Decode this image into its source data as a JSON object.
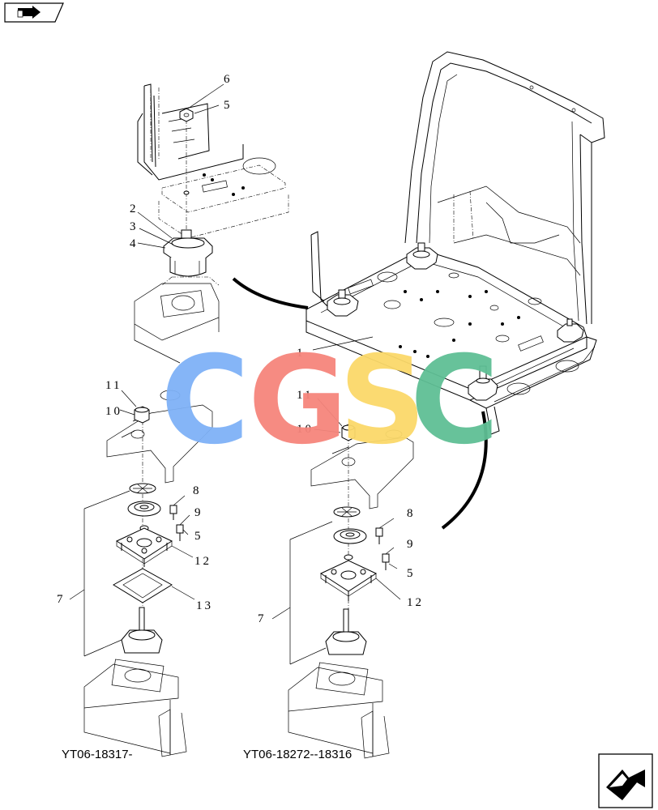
{
  "nav": {
    "top_left_icon": "arrow-right-icon",
    "bottom_right_icon": "arrow-return-icon"
  },
  "watermark": {
    "letters": [
      "C",
      "G",
      "S",
      "C"
    ],
    "colors": [
      "#7fb2f7",
      "#f6857c",
      "#fbd96a",
      "#5fbf95"
    ]
  },
  "callouts": {
    "top_assembly": [
      "6",
      "5",
      "2",
      "3",
      "4"
    ],
    "frame": "1",
    "left_assembly": [
      "11",
      "10",
      "8",
      "9",
      "5",
      "12",
      "13",
      "7"
    ],
    "right_assembly": [
      "11",
      "10",
      "8",
      "9",
      "5",
      "12",
      "7"
    ]
  },
  "captions": {
    "left": "YT06-18317-",
    "right": "YT06-18272--18316"
  }
}
